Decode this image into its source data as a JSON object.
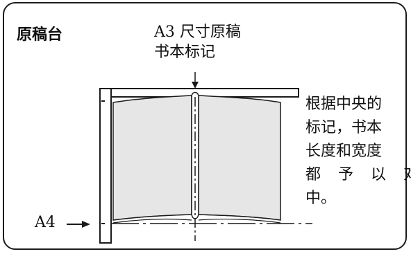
{
  "panel": {
    "title": "原稿台",
    "callout": {
      "line1": "A3 尺寸原稿",
      "line2": "书本标记"
    },
    "note_lines": [
      "根据中央的",
      "标记，书本",
      "长度和宽度",
      "都 予 以 对",
      "中。"
    ],
    "edge_label": "A4"
  },
  "colors": {
    "stroke": "#1a1a1a",
    "page_fill": "#e6e6e6",
    "background": "#ffffff"
  }
}
